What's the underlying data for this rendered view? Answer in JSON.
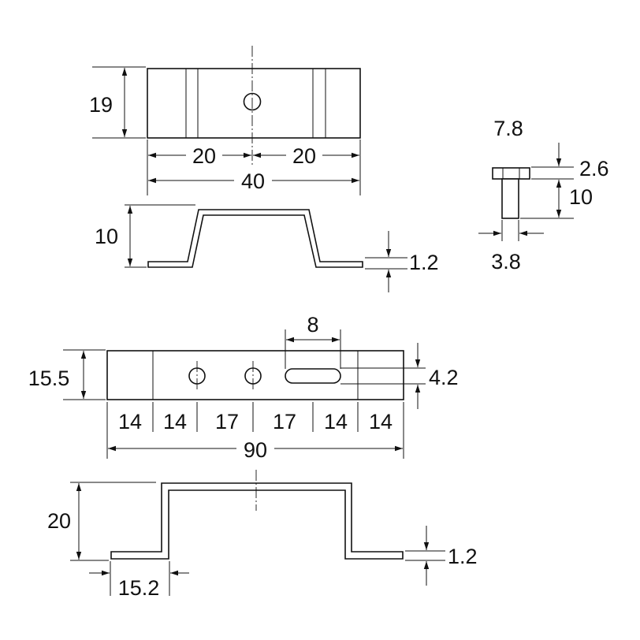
{
  "top_bracket": {
    "dims": {
      "height": "19",
      "left_half": "20",
      "right_half": "20",
      "width": "40",
      "side_height": "10",
      "thickness": "1.2"
    }
  },
  "bolt": {
    "dims": {
      "head_width": "7.8",
      "head_height": "2.6",
      "length": "10",
      "shank_diameter": "3.8"
    }
  },
  "long_bracket": {
    "dims": {
      "height": "15.5",
      "slot_length": "8",
      "slot_width": "4.2",
      "segments": [
        "14",
        "14",
        "17",
        "17",
        "14",
        "14"
      ],
      "width": "90",
      "side_height": "20",
      "flange": "15.2",
      "thickness": "1.2"
    }
  }
}
